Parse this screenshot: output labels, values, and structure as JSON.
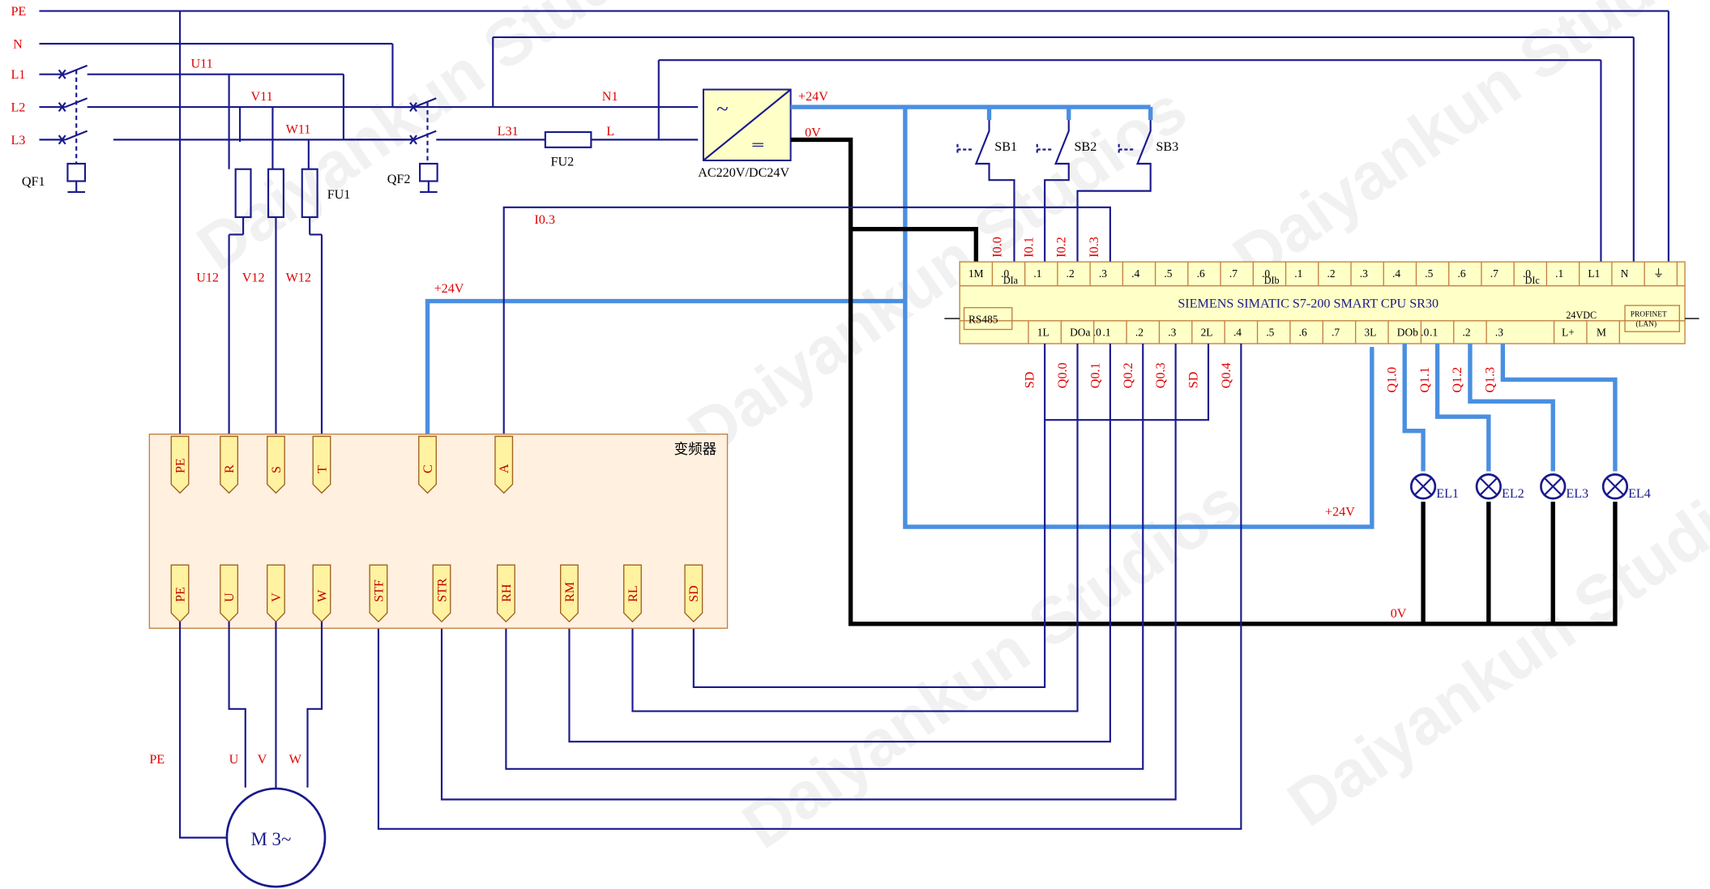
{
  "lines": {
    "pe": "PE",
    "n": "N",
    "l1": "L1",
    "l2": "L2",
    "l3": "L3"
  },
  "breakers": {
    "qf1": "QF1",
    "qf2": "QF2"
  },
  "fuses": {
    "fu1": "FU1",
    "fu2": "FU2"
  },
  "nodes": {
    "u11": "U11",
    "v11": "V11",
    "w11": "W11",
    "u12": "U12",
    "v12": "V12",
    "w12": "W12",
    "n1": "N1",
    "l31": "L31",
    "l": "L"
  },
  "psu": {
    "label": "AC220V/DC24V",
    "plus24": "+24V",
    "zero": "0V",
    "ac": "~",
    "dc": "═"
  },
  "switches": {
    "sb1": "SB1",
    "sb2": "SB2",
    "sb3": "SB3"
  },
  "plc": {
    "title": "SIEMENS SIMATIC S7-200 SMART CPU SR30",
    "rs485": "RS485",
    "profinet": "PROFINET\n(LAN)",
    "top_terms": [
      "1M",
      ".0",
      ".1",
      ".2",
      ".3",
      ".4",
      ".5",
      ".6",
      ".7",
      ".0",
      ".1",
      ".2",
      ".3",
      ".4",
      ".5",
      ".6",
      ".7",
      ".0",
      ".1",
      "L1",
      "N",
      "⏚"
    ],
    "top_sub": [
      "",
      "DIa",
      "",
      "",
      "",
      "",
      "",
      "",
      "",
      "DIb",
      "",
      "",
      "",
      "",
      "",
      "",
      "",
      "DIc",
      "",
      "",
      "",
      ""
    ],
    "bottom_terms": [
      "1L",
      "DOa .0",
      ".1",
      ".2",
      ".3",
      "2L",
      ".4",
      ".5",
      ".6",
      ".7",
      "3L",
      "DOb .0",
      ".1",
      ".2",
      ".3"
    ],
    "dc_label": "24VDC",
    "lplus": "L+",
    "m": "M",
    "inputs": [
      "I0.0",
      "I0.1",
      "I0.2",
      "I0.3"
    ],
    "outputs_a": [
      "SD",
      "Q0.0",
      "Q0.1",
      "Q0.2",
      "Q0.3",
      "SD",
      "Q0.4"
    ],
    "outputs_b": [
      "Q1.0",
      "Q1.1",
      "Q1.2",
      "Q1.3"
    ]
  },
  "lamps": [
    "EL1",
    "EL2",
    "EL3",
    "EL4"
  ],
  "i03": "I0.3",
  "plus24_vfd": "+24V",
  "plus24_bottom": "+24V",
  "zero_bottom": "0V",
  "vfd": {
    "title": "变频器",
    "top_terms": [
      "PE",
      "R",
      "S",
      "T",
      "C",
      "A"
    ],
    "bottom_terms": [
      "PE",
      "U",
      "V",
      "W",
      "STF",
      "STR",
      "RH",
      "RM",
      "RL",
      "SD"
    ]
  },
  "motor": {
    "label": "M 3~",
    "pe": "PE",
    "u": "U",
    "v": "V",
    "w": "W"
  },
  "watermark": "Daiyankun Studios"
}
